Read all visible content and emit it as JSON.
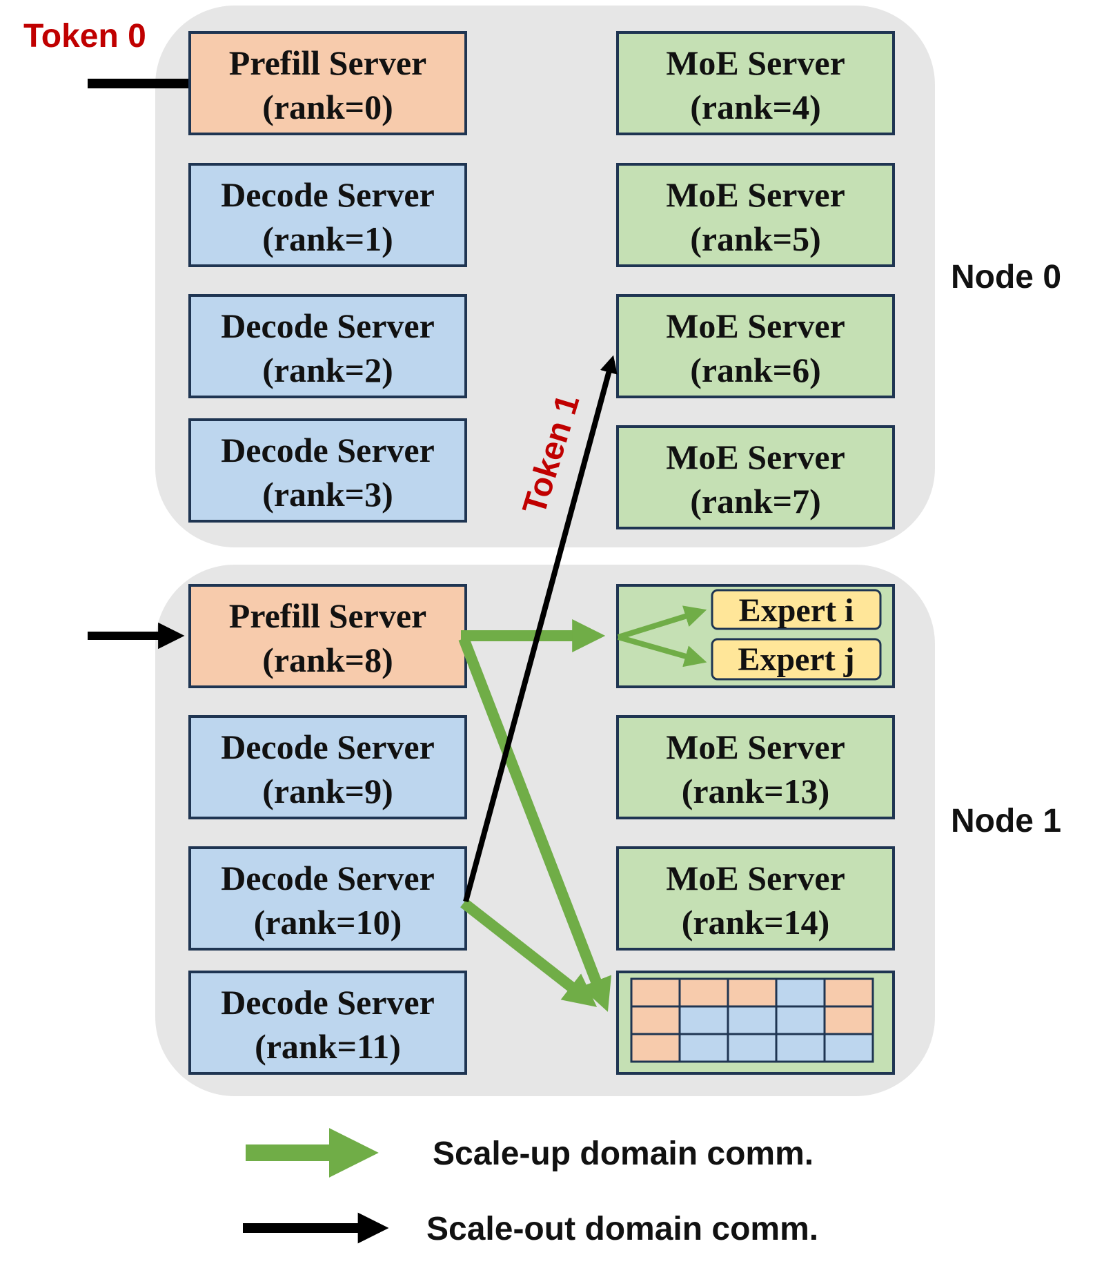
{
  "nodes": {
    "node0": {
      "label": "Node 0"
    },
    "node1": {
      "label": "Node 1"
    }
  },
  "tokens": {
    "token0": "Token 0",
    "token1": "Token 1"
  },
  "servers": {
    "prefill0": {
      "line1": "Prefill Server",
      "line2": "(rank=0)"
    },
    "decode1": {
      "line1": "Decode Server",
      "line2": "(rank=1)"
    },
    "decode2": {
      "line1": "Decode Server",
      "line2": "(rank=2)"
    },
    "decode3": {
      "line1": "Decode Server",
      "line2": "(rank=3)"
    },
    "moe4": {
      "line1": "MoE Server",
      "line2": "(rank=4)"
    },
    "moe5": {
      "line1": "MoE Server",
      "line2": "(rank=5)"
    },
    "moe6": {
      "line1": "MoE Server",
      "line2": "(rank=6)"
    },
    "moe7": {
      "line1": "MoE Server",
      "line2": "(rank=7)"
    },
    "prefill8": {
      "line1": "Prefill Server",
      "line2": "(rank=8)"
    },
    "decode9": {
      "line1": "Decode Server",
      "line2": "(rank=9)"
    },
    "decode10": {
      "line1": "Decode Server",
      "line2": "(rank=10)"
    },
    "decode11": {
      "line1": "Decode Server",
      "line2": "(rank=11)"
    },
    "moe13": {
      "line1": "MoE Server",
      "line2": "(rank=13)"
    },
    "moe14": {
      "line1": "MoE Server",
      "line2": "(rank=14)"
    }
  },
  "experts": {
    "i": "Expert i",
    "j": "Expert j"
  },
  "kv_grid": {
    "rows": [
      [
        "prefill",
        "prefill",
        "prefill",
        "decode",
        "prefill"
      ],
      [
        "prefill",
        "decode",
        "decode",
        "decode",
        "prefill"
      ],
      [
        "prefill",
        "decode",
        "decode",
        "decode",
        "decode"
      ]
    ]
  },
  "legend": {
    "scale_up": "Scale-up domain comm.",
    "scale_out": "Scale-out domain comm."
  },
  "colors": {
    "prefill": "#f7cbac",
    "decode": "#bdd6ee",
    "moe": "#c5e0b4",
    "expert": "#ffe699",
    "scale_up_arrow": "#70ad47",
    "scale_out_arrow": "#000000",
    "token_label": "#c00000",
    "node_bg": "#e6e6e6"
  }
}
